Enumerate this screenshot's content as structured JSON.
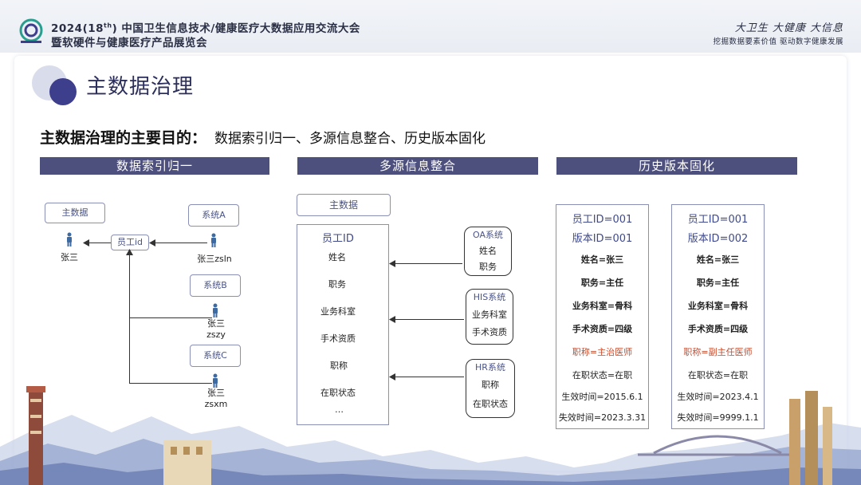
{
  "header": {
    "conference_prefix": "2024(18",
    "conference_sup": "th",
    "conference_line1_rest": ") 中国卫生信息技术/健康医疗大数据应用交流大会",
    "conference_line2": "暨软硬件与健康医疗产品展览会",
    "slogan": "大卫生 大健康 大信息",
    "tagline": "挖掘数据要素价值   驱动数字健康发展"
  },
  "page": {
    "title": "主数据治理",
    "subtitle_main": "主数据治理的主要目的：",
    "subtitle_detail": "数据索引归一、多源信息整合、历史版本固化"
  },
  "columns": {
    "index": "数据索引归一",
    "integrate": "多源信息整合",
    "history": "历史版本固化"
  },
  "index_diagram": {
    "master_label": "主数据",
    "master_person": "张三",
    "emp_id": "员工id",
    "systems": [
      {
        "name": "系统A",
        "person": "张三zsln"
      },
      {
        "name": "系统B",
        "person": "张三\nzszy"
      },
      {
        "name": "系统C",
        "person": "张三\nzsxm"
      }
    ]
  },
  "integrate_diagram": {
    "master_label": "主数据",
    "emp_id": "员工ID",
    "fields": [
      "姓名",
      "职务",
      "业务科室",
      "手术资质",
      "职称",
      "在职状态",
      "…"
    ],
    "systems": [
      {
        "name": "OA系统",
        "items": [
          "姓名",
          "职务"
        ]
      },
      {
        "name": "HIS系统",
        "items": [
          "业务科室",
          "手术资质"
        ]
      },
      {
        "name": "HR系统",
        "items": [
          "职称",
          "在职状态"
        ]
      }
    ]
  },
  "history_diagram": {
    "versions": [
      {
        "emp_id": "员工ID=001",
        "ver_id": "版本ID=001",
        "name": "姓名=张三",
        "duty": "职务=主任",
        "dept": "业务科室=骨科",
        "qual": "手术资质=四级",
        "title": "职称=主治医师",
        "status": "在职状态=在职",
        "start": "生效时间=2015.6.1",
        "end": "失效时间=2023.3.31"
      },
      {
        "emp_id": "员工ID=001",
        "ver_id": "版本ID=002",
        "name": "姓名=张三",
        "duty": "职务=主任",
        "dept": "业务科室=骨科",
        "qual": "手术资质=四级",
        "title": "职称=副主任医师",
        "status": "在职状态=在职",
        "start": "生效时间=2023.4.1",
        "end": "失效时间=9999.1.1"
      }
    ]
  },
  "colors": {
    "accent": "#4d4f7c",
    "title": "#2c2f5c",
    "highlight_red": "#c94a2b"
  }
}
